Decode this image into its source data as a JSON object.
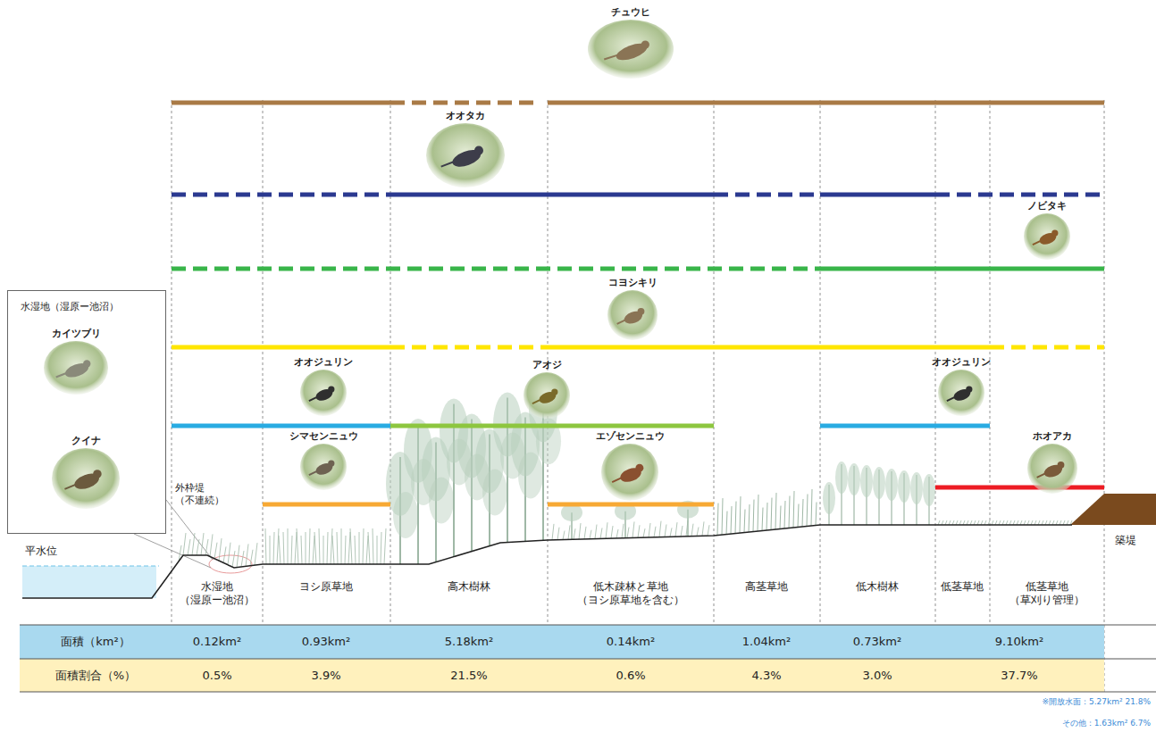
{
  "diagram": {
    "nodes": [
      {
        "text": [
          "水湿地（湿原ー池沼）"
        ]
      },
      {
        "text": [
          "カイツブリ"
        ],
        "in": 0
      },
      {
        "text": [
          "クイナ"
        ],
        "in": 0
      },
      {
        "text": [
          "チュウヒ"
        ]
      },
      {
        "text": [
          "オオタカ"
        ]
      },
      {
        "text": [
          "ノビタキ"
        ]
      },
      {
        "text": [
          "コヨシキリ"
        ]
      },
      {
        "text": [
          "オオジュリン"
        ]
      },
      {
        "text": [
          "アオジ"
        ]
      },
      {
        "text": [
          "シマセンニュウ"
        ]
      },
      {
        "text": [
          "エゾセンニュウ"
        ]
      },
      {
        "text": [
          "オオジュリン"
        ]
      },
      {
        "text": [
          "ホオアカ"
        ]
      }
    ],
    "labels": [
      "外枠堤 （不連続）",
      "平水位",
      "築堤",
      "水湿地 （湿原ー池沼）",
      "ヨシ原草地",
      "高木樹林",
      "低木疎林と草地 （ヨシ原草地を含む）",
      "高茎草地",
      "低木樹林",
      "低茎草地",
      "低茎草地 （草刈り管理）",
      "面積（km²）",
      "0.12km²",
      "0.93km²",
      "5.18km²",
      "0.14km²",
      "1.04km²",
      "0.73km²",
      "9.10km²",
      "面積割合（%）",
      "0.5%",
      "3.9%",
      "21.5%",
      "0.6%",
      "4.3%",
      "3.0%",
      "37.7%",
      "※開放水面：5.27km² 21.8%",
      "その他：1.63km² 6.7%"
    ]
  }
}
